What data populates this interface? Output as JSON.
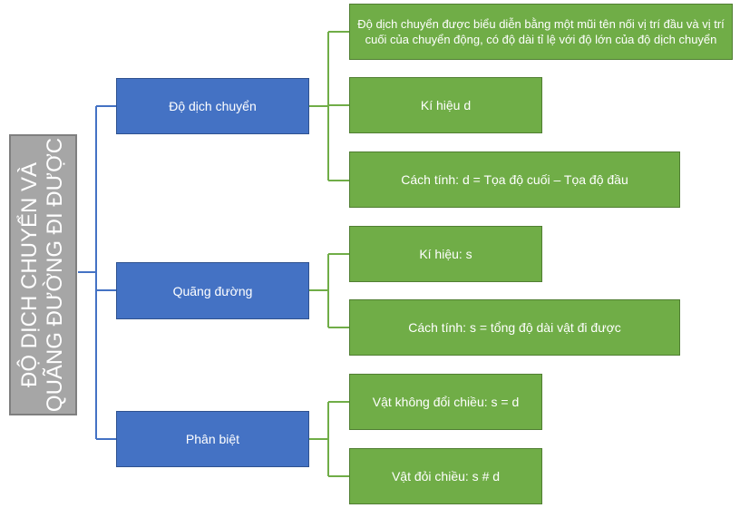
{
  "root": {
    "line1": "ĐỘ DỊCH CHUYỂN VÀ",
    "line2": "QUÃNG ĐƯỜNG ĐI ĐƯỢC"
  },
  "nodes": [
    {
      "label": "Độ dịch chuyển",
      "children": [
        "Độ dịch chuyển được biểu diễn bằng một mũi tên nối vị trí đầu và vị trí cuối của chuyển động, có độ dài tỉ lệ với độ lớn của độ dịch chuyển",
        "Kí hiệu d",
        "Cách tính: d = Tọa độ cuối – Tọa độ đầu"
      ]
    },
    {
      "label": "Quãng đường",
      "children": [
        "Kí hiệu: s",
        "Cách tính: s = tổng độ dài vật đi được"
      ]
    },
    {
      "label": "Phân biệt",
      "children": [
        "Vật không đổi chiều: s = d",
        "Vật đỏi chiều: s # d"
      ]
    }
  ],
  "colors": {
    "root": "#a6a6a6",
    "mid": "#4472c4",
    "leaf": "#70ad47",
    "connector": "#4472c4"
  }
}
